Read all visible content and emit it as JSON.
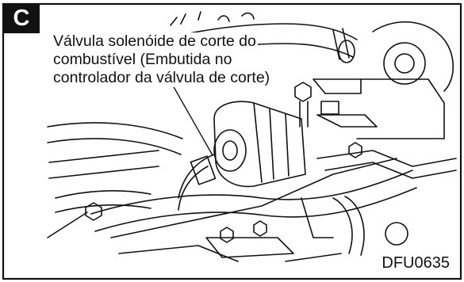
{
  "figure": {
    "section_letter": "C",
    "callout_lines": [
      "Válvula solenóide de corte do",
      "combustível (Embutida no",
      "controlador da válvula de corte)"
    ],
    "figure_id": "DFU0635"
  }
}
